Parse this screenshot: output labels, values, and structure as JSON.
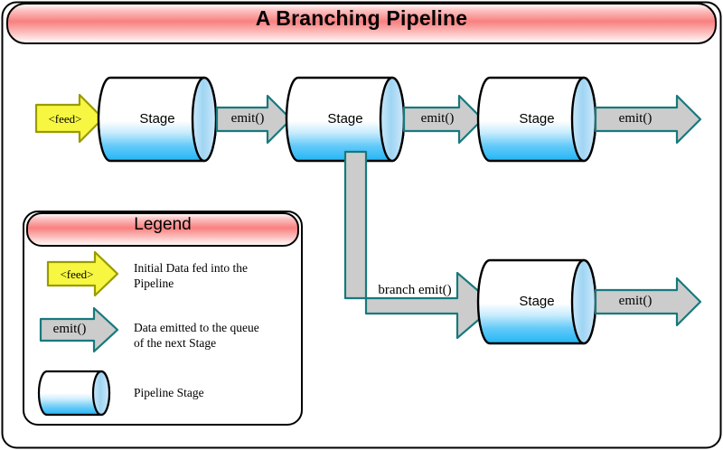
{
  "diagram": {
    "title": "A Branching Pipeline",
    "background_color": "#ffffff",
    "border_color": "#000000",
    "banner_color": "#f4868a",
    "cylinder_fill_top": "#ffffff",
    "cylinder_fill_bottom": "#2fbcf7",
    "cylinder_cap_color": "#a9daf5",
    "emit_arrow_fill": "#c9c9c9",
    "emit_arrow_stroke": "#1d7d80",
    "feed_arrow_fill": "#f5f540",
    "feed_arrow_stroke": "#999900"
  },
  "pipeline": {
    "feed_label": "<feed>",
    "stages": [
      {
        "id": "stage-1",
        "label": "Stage"
      },
      {
        "id": "stage-2",
        "label": "Stage"
      },
      {
        "id": "stage-3",
        "label": "Stage"
      },
      {
        "id": "stage-4",
        "label": "Stage"
      }
    ],
    "edges": [
      {
        "id": "emit-1",
        "label": "emit()"
      },
      {
        "id": "emit-2",
        "label": "emit()"
      },
      {
        "id": "emit-3",
        "label": "emit()"
      },
      {
        "id": "branch-emit",
        "label": "branch emit()"
      },
      {
        "id": "emit-4",
        "label": "emit()"
      }
    ]
  },
  "legend": {
    "title": "Legend",
    "items": [
      {
        "symbol": "feed-arrow",
        "symbol_label": "<feed>",
        "description_line_1": "Initial Data fed into the",
        "description_line_2": "Pipeline"
      },
      {
        "symbol": "emit-arrow",
        "symbol_label": "emit()",
        "description_line_1": "Data emitted to the queue",
        "description_line_2": "of the next Stage"
      },
      {
        "symbol": "cylinder",
        "symbol_label": "",
        "description_line_1": "Pipeline Stage",
        "description_line_2": ""
      }
    ]
  }
}
